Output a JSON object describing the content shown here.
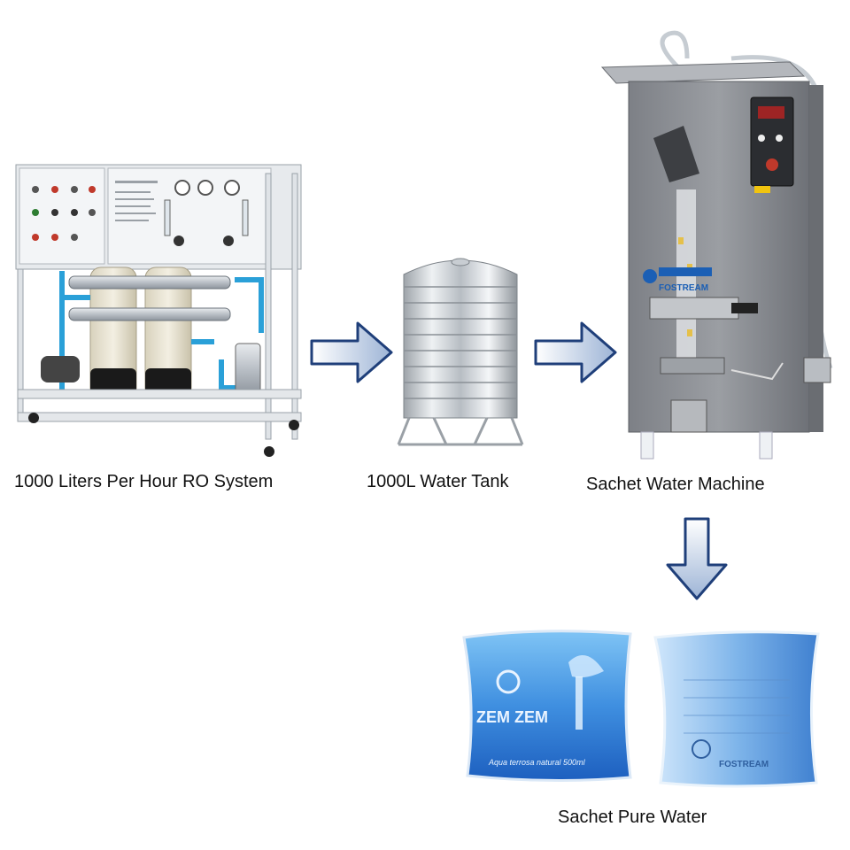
{
  "steps": {
    "ro_system": {
      "label": "1000 Liters Per Hour RO System",
      "icon": "ro-system-machine"
    },
    "water_tank": {
      "label": "1000L Water Tank",
      "icon": "stainless-water-tank"
    },
    "sachet_machine": {
      "label": "Sachet Water Machine",
      "icon": "sachet-packing-machine",
      "brand": "FOSTREAM"
    },
    "sachet_water": {
      "label": "Sachet Pure Water",
      "icon": "water-sachets",
      "sachet_1_text": "ZEM ZEM",
      "sachet_1_sub": "Aqua terrosa natural 500ml",
      "sachet_2_brand": "FOSTREAM"
    }
  },
  "arrows": [
    {
      "from": "ro_system",
      "to": "water_tank",
      "direction": "right"
    },
    {
      "from": "water_tank",
      "to": "sachet_machine",
      "direction": "right"
    },
    {
      "from": "sachet_machine",
      "to": "sachet_water",
      "direction": "down"
    }
  ],
  "colors": {
    "arrow_fill_light": "#ffffff",
    "arrow_fill_dark": "#9db4d6",
    "arrow_stroke": "#1f3f7a",
    "machine_gray": "#8a8d92",
    "ro_frame": "#e9ecef",
    "ro_blue_pipe": "#2aa0d8",
    "sachet_blue": "#3f8fe0"
  }
}
